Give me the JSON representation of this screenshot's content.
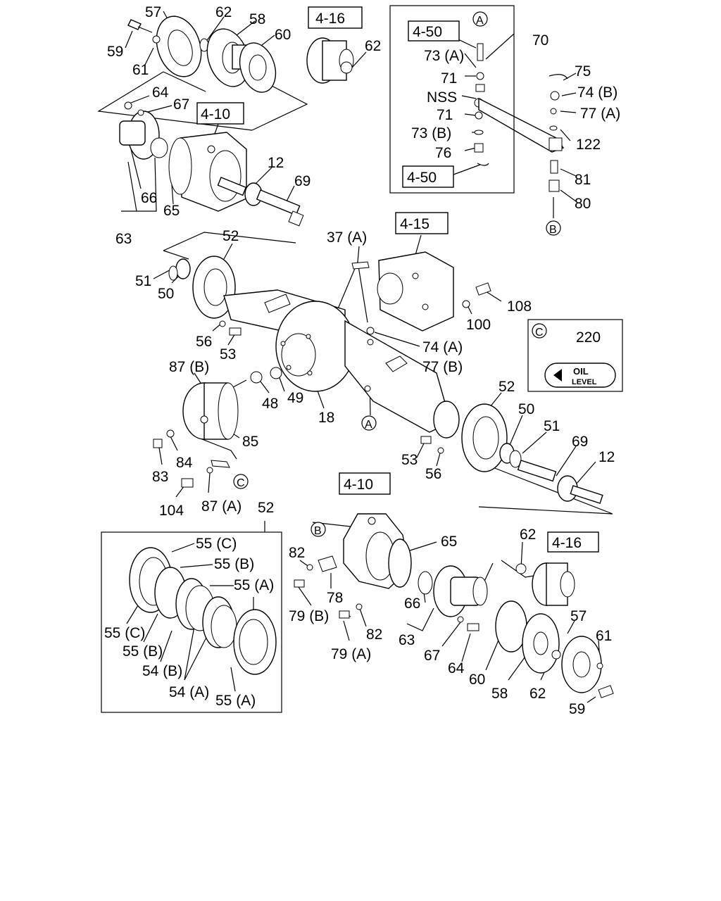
{
  "references": {
    "r_4_16": "4-16",
    "r_4_10": "4-10",
    "r_4_15": "4-15",
    "r_4_50": "4-50"
  },
  "markers": {
    "a": "A",
    "b": "B",
    "c": "C"
  },
  "inset_c": {
    "part": "220",
    "oil_text": "OIL",
    "level_text": "LEVEL"
  },
  "parts": {
    "p12": "12",
    "p18": "18",
    "p37a": "37 (A)",
    "p48": "48",
    "p49": "49",
    "p50": "50",
    "p51": "51",
    "p52": "52",
    "p53": "53",
    "p54a": "54 (A)",
    "p54b": "54 (B)",
    "p55a": "55 (A)",
    "p55b": "55 (B)",
    "p55c": "55 (C)",
    "p56": "56",
    "p57": "57",
    "p58": "58",
    "p59": "59",
    "p60": "60",
    "p61": "61",
    "p62": "62",
    "p63": "63",
    "p64": "64",
    "p65": "65",
    "p66": "66",
    "p67": "67",
    "p69": "69",
    "p70": "70",
    "p71": "71",
    "nss": "NSS",
    "p73a": "73 (A)",
    "p73b": "73 (B)",
    "p74a": "74 (A)",
    "p74b": "74 (B)",
    "p75": "75",
    "p76": "76",
    "p77a": "77 (A)",
    "p77b": "77 (B)",
    "p78": "78",
    "p79a": "79 (A)",
    "p79b": "79 (B)",
    "p80": "80",
    "p81": "81",
    "p82": "82",
    "p83": "83",
    "p84": "84",
    "p85": "85",
    "p87a": "87 (A)",
    "p87b": "87 (B)",
    "p100": "100",
    "p104": "104",
    "p108": "108",
    "p122": "122"
  }
}
